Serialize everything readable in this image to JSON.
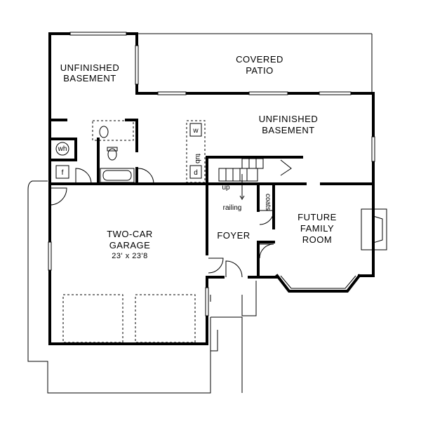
{
  "rooms": {
    "unfinished_basement_1": [
      "UNFINISHED",
      "BASEMENT"
    ],
    "covered_patio": [
      "COVERED",
      "PATIO"
    ],
    "unfinished_basement_2": [
      "UNFINISHED",
      "BASEMENT"
    ],
    "two_car_garage": [
      "TWO-CAR",
      "GARAGE"
    ],
    "garage_dims": "23' x 23'8",
    "foyer": "FOYER",
    "future_family_room": [
      "FUTURE",
      "FAMILY",
      "ROOM"
    ]
  },
  "fixtures": {
    "wh": "wh",
    "f": "f",
    "w": "w",
    "tub": "tub",
    "d": "d",
    "up": "up",
    "railing": "railing",
    "coats": "coats"
  }
}
